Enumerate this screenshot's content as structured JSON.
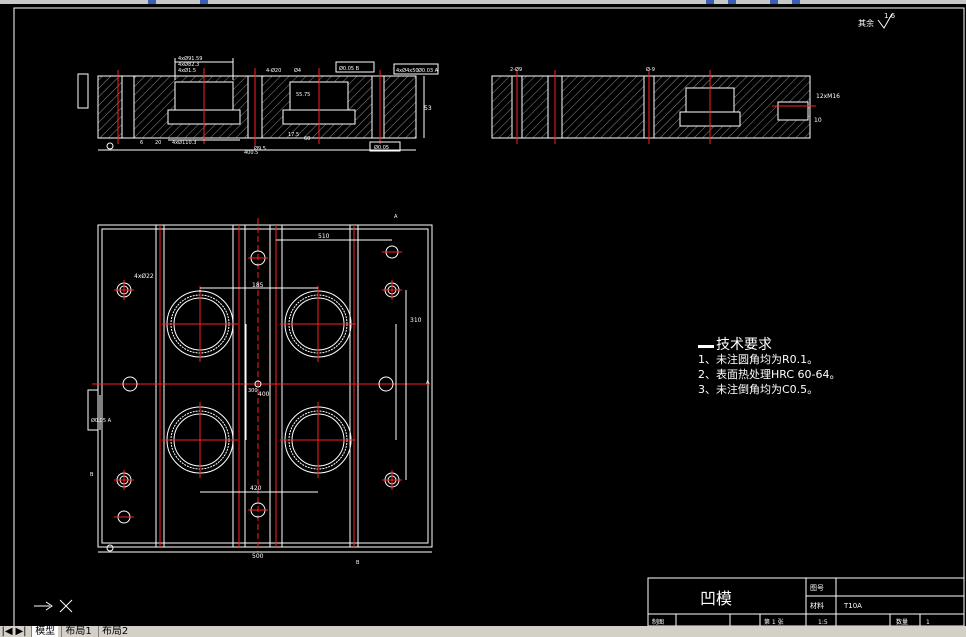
{
  "app": {
    "tabs": [
      {
        "label": "模型",
        "active": true
      },
      {
        "label": "布局1",
        "active": false
      },
      {
        "label": "布局2",
        "active": false
      }
    ]
  },
  "colors": {
    "background": "#000000",
    "lines": "#ffffff",
    "centerlines": "#ff2020",
    "hatch": "#8a8a8a",
    "tabs": "#d4d0c8"
  },
  "drawing": {
    "roughness_note": {
      "label": "其余",
      "value": "1.6"
    },
    "section_view_left": {
      "dims": [
        "4xØ91.59",
        "4xØ82.3",
        "4xØ1.5",
        "4-Ø20",
        "55.75",
        "Ø4",
        "Ø0.05 B",
        "4xØ4x50",
        "Ø0.03 A",
        "4xØ110.3",
        "400.5",
        "60",
        "Ø0.05",
        "Ø9.5",
        "53",
        "6",
        "17.5",
        "20"
      ]
    },
    "section_view_right": {
      "dims": [
        "2-Ø9",
        "Ø-9",
        "12xM16",
        "10"
      ]
    },
    "plan_view": {
      "dims": [
        "4xØ22",
        "510",
        "185",
        "400",
        "420",
        "500",
        "310",
        "Ø0.05 A",
        "300"
      ],
      "corner_labels": [
        "A",
        "A",
        "B",
        "B"
      ]
    },
    "tech_requirements": {
      "title": "技术要求",
      "items": [
        "1、未注圆角均为R0.1。",
        "2、表面热处理HRC 60-64。",
        "3、未注倒角均为C0.5。"
      ]
    },
    "title_block": {
      "part_name": "凹模",
      "labels": {
        "drawing_no": "图号",
        "material": "材料",
        "quantity": "数量",
        "drawn": "制图",
        "scale": "1:5",
        "sheet": "第 1 张"
      },
      "values": {
        "material": "T10A",
        "quantity": "1"
      }
    }
  }
}
